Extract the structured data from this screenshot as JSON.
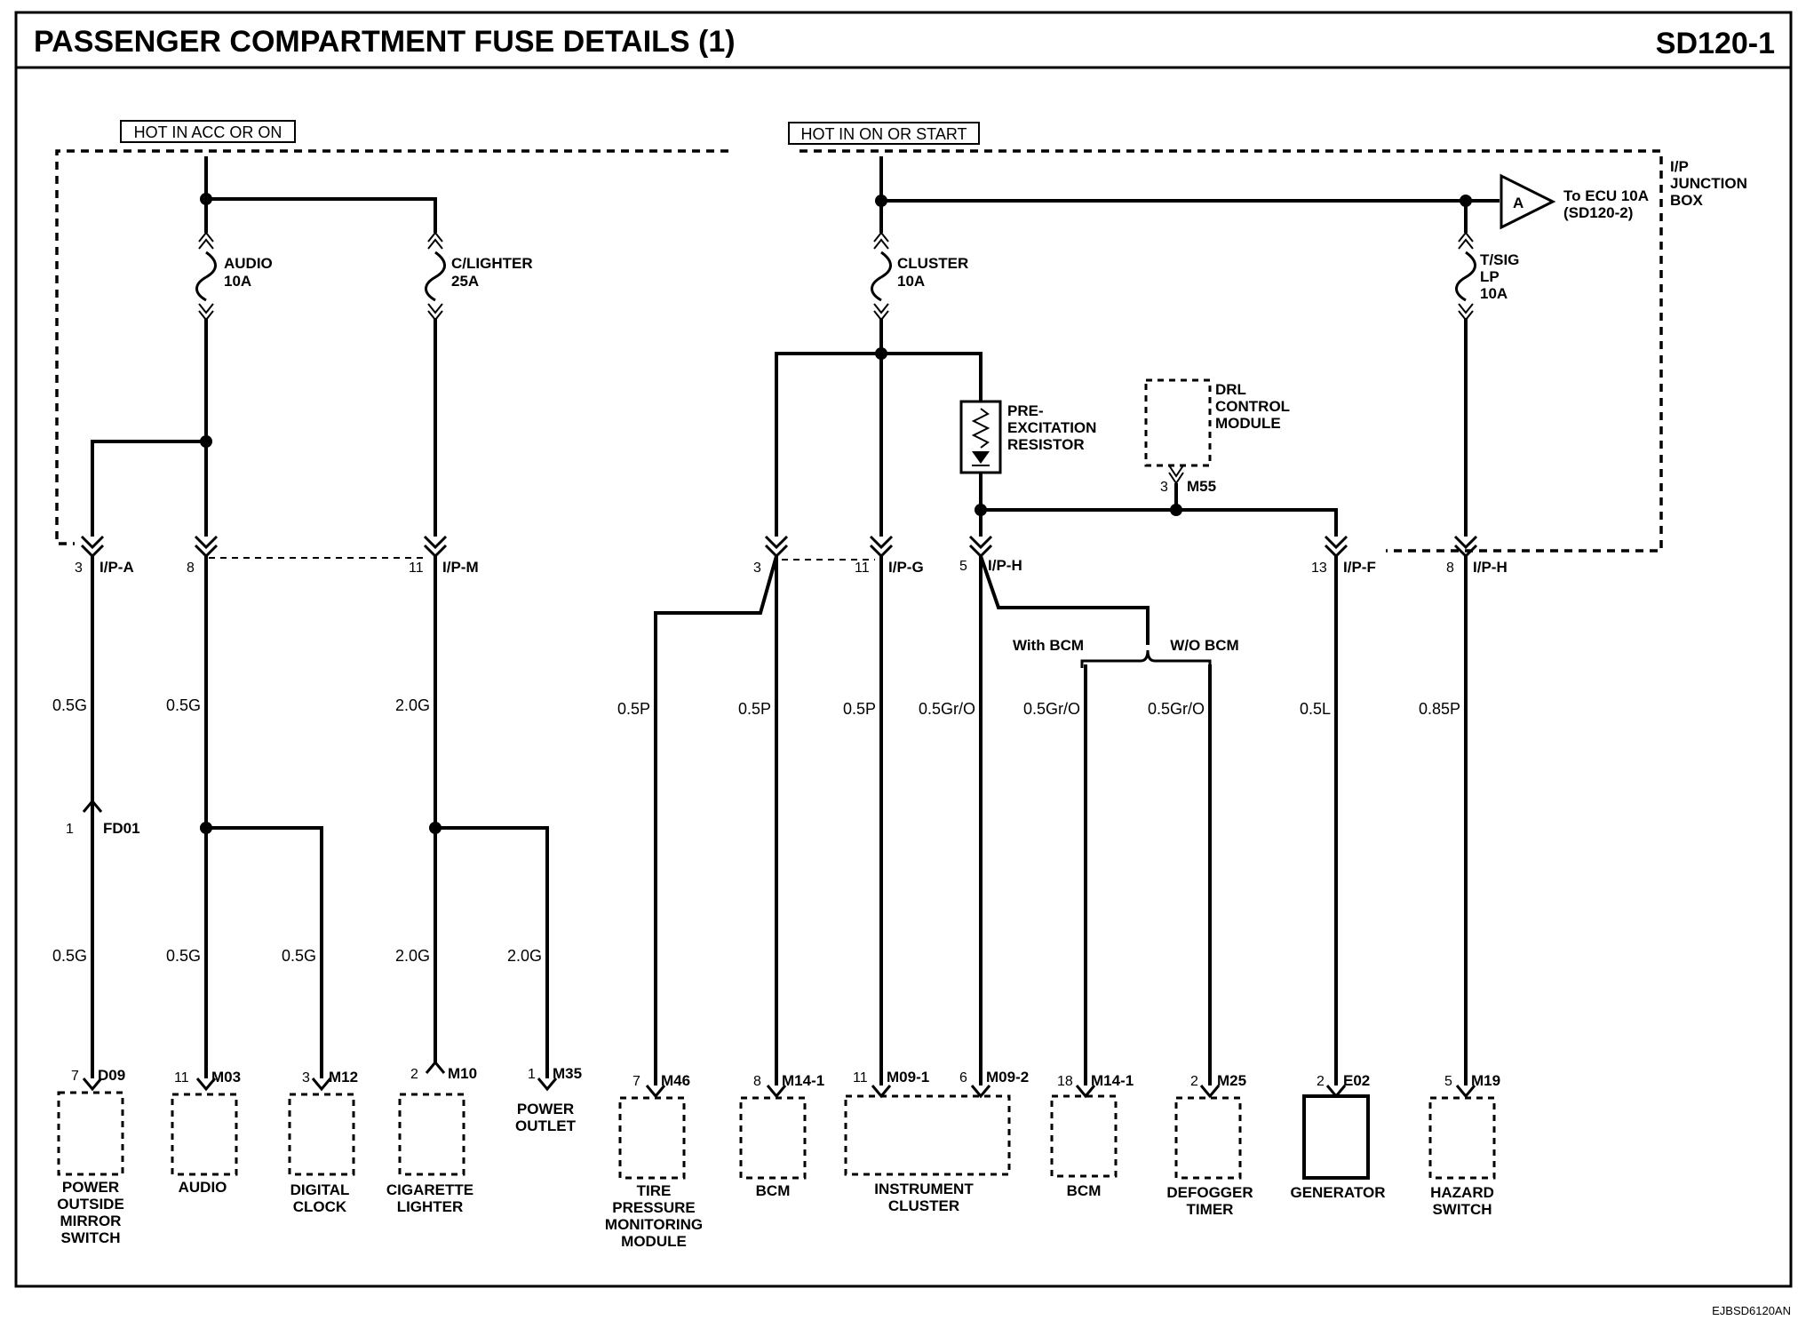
{
  "header": {
    "title": "PASSENGER COMPARTMENT FUSE DETAILS (1)",
    "ref": "SD120-1"
  },
  "footer": {
    "code": "EJBSD6120AN"
  },
  "power_labels": {
    "acc_on": "HOT IN ACC OR ON",
    "on_start": "HOT IN ON OR START"
  },
  "junction_box": {
    "line1": "I/P",
    "line2": "JUNCTION",
    "line3": "BOX"
  },
  "fuses": {
    "audio": {
      "name": "AUDIO",
      "rating": "10A"
    },
    "clighter": {
      "name": "C/LIGHTER",
      "rating": "25A"
    },
    "cluster": {
      "name": "CLUSTER",
      "rating": "10A"
    },
    "tsig": {
      "name1": "T/SIG",
      "name2": "LP",
      "rating": "10A"
    }
  },
  "ecu_ref": {
    "letter": "A",
    "line1": "To ECU 10A",
    "line2": "(SD120-2)"
  },
  "resistor": {
    "line1": "PRE-",
    "line2": "EXCITATION",
    "line3": "RESISTOR"
  },
  "drl": {
    "line1": "DRL",
    "line2": "CONTROL",
    "line3": "MODULE",
    "pin": "3",
    "connector": "M55"
  },
  "ip_pins": {
    "p1": {
      "pin": "3",
      "name": "I/P-A"
    },
    "p2": {
      "pin": "8",
      "name": ""
    },
    "p3": {
      "pin": "11",
      "name": "I/P-M"
    },
    "p4": {
      "pin": "3",
      "name": ""
    },
    "p5": {
      "pin": "11",
      "name": "I/P-G"
    },
    "p6": {
      "pin": "5",
      "name": "I/P-H"
    },
    "p7": {
      "pin": "13",
      "name": "I/P-F"
    },
    "p8": {
      "pin": "8",
      "name": "I/P-H"
    }
  },
  "bcm_options": {
    "with": "With BCM",
    "without": "W/O BCM"
  },
  "wires": {
    "w1": "0.5G",
    "w2": "0.5G",
    "w3": "2.0G",
    "w4": "0.5P",
    "w5": "0.5P",
    "w6": "0.5P",
    "w7": "0.5Gr/O",
    "w8": "0.5Gr/O",
    "w9": "0.5Gr/O",
    "w10": "0.5L",
    "w11": "0.85P",
    "w12": "0.5G",
    "w13": "0.5G",
    "w14": "0.5G",
    "w15": "2.0G",
    "w16": "2.0G"
  },
  "inline_connector": {
    "pin": "1",
    "name": "FD01"
  },
  "components": {
    "c1": {
      "pin": "7",
      "connector": "D09",
      "line1": "POWER",
      "line2": "OUTSIDE",
      "line3": "MIRROR",
      "line4": "SWITCH"
    },
    "c2": {
      "pin": "11",
      "connector": "M03",
      "line1": "AUDIO"
    },
    "c3": {
      "pin": "3",
      "connector": "M12",
      "line1": "DIGITAL",
      "line2": "CLOCK"
    },
    "c4": {
      "pin": "2",
      "connector": "M10",
      "line1": "CIGARETTE",
      "line2": "LIGHTER"
    },
    "c5": {
      "pin": "1",
      "connector": "M35",
      "line1": "POWER",
      "line2": "OUTLET"
    },
    "c6": {
      "pin": "7",
      "connector": "M46",
      "line1": "TIRE",
      "line2": "PRESSURE",
      "line3": "MONITORING",
      "line4": "MODULE"
    },
    "c7": {
      "pin": "8",
      "connector": "M14-1",
      "line1": "BCM"
    },
    "c8": {
      "pin1": "11",
      "connector1": "M09-1",
      "pin2": "6",
      "connector2": "M09-2",
      "line1": "INSTRUMENT",
      "line2": "CLUSTER"
    },
    "c9": {
      "pin": "18",
      "connector": "M14-1",
      "line1": "BCM"
    },
    "c10": {
      "pin": "2",
      "connector": "M25",
      "line1": "DEFOGGER",
      "line2": "TIMER"
    },
    "c11": {
      "pin": "2",
      "connector": "E02",
      "line1": "GENERATOR"
    },
    "c12": {
      "pin": "5",
      "connector": "M19",
      "line1": "HAZARD",
      "line2": "SWITCH"
    }
  }
}
